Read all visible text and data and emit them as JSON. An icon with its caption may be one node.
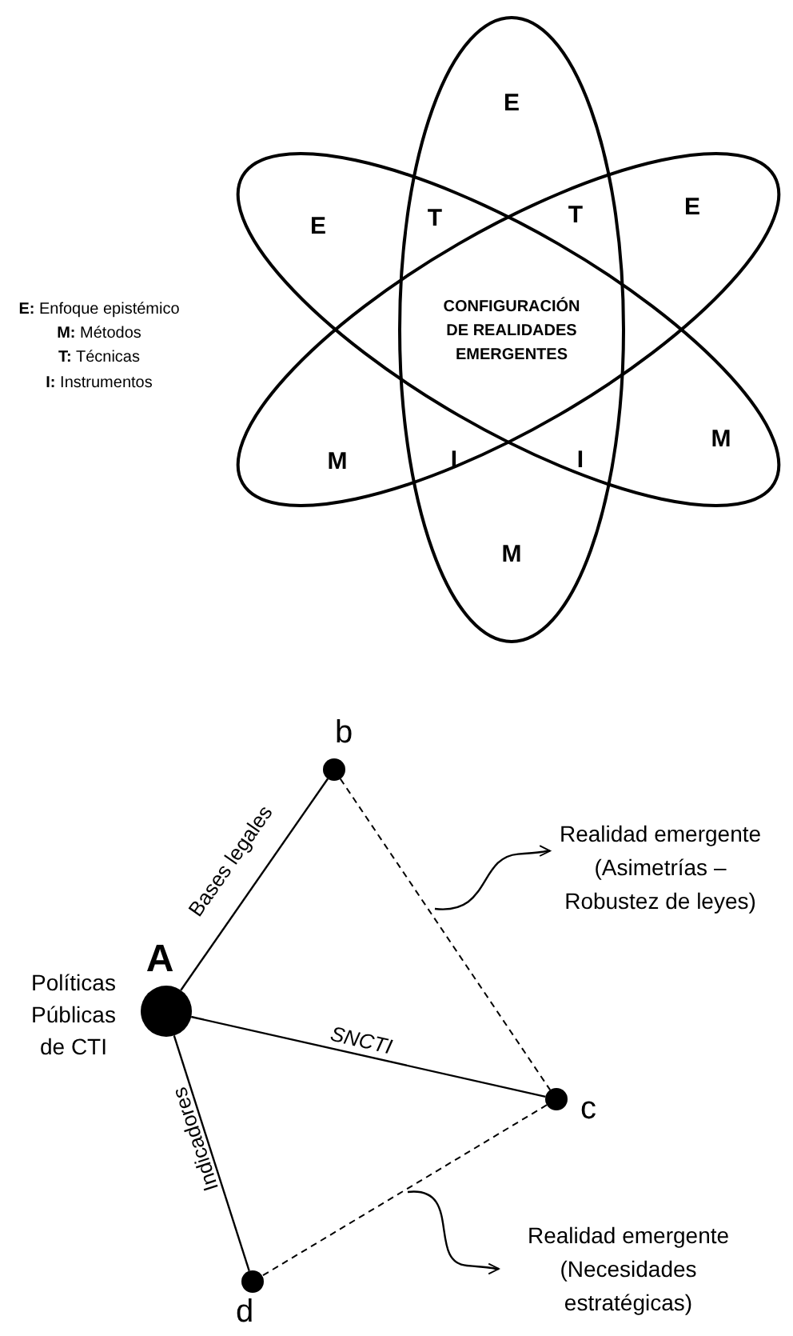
{
  "diagram": {
    "nodes": [
      {
        "text": [],
        "shape": "circle",
        "beside": [
          "A",
          "Políticas Públicas de CTI"
        ]
      },
      {
        "text": [],
        "shape": "circle",
        "beside": [
          "b"
        ]
      },
      {
        "text": [],
        "shape": "circle",
        "beside": [
          "c"
        ]
      },
      {
        "text": [],
        "shape": "circle",
        "beside": [
          "d"
        ]
      },
      {
        "text": [
          "Realidad emergente (Asimetrías – Robustez de leyes)"
        ]
      },
      {
        "text": [
          "Realidad emergente (Necesidades estratégicas)"
        ]
      }
    ],
    "edges": [
      {
        "from": 0,
        "to": 1,
        "arrow": "none",
        "label": "Bases legales"
      },
      {
        "from": 1,
        "to": 2,
        "arrow": "none",
        "style": "dashed"
      },
      {
        "from": 0,
        "to": 2,
        "arrow": "none",
        "label": "SNCTI"
      },
      {
        "from": 0,
        "to": 3,
        "arrow": "none",
        "label": "Indicadores"
      },
      {
        "from": 2,
        "to": 3,
        "arrow": "none",
        "style": "dashed"
      },
      {
        "from": null,
        "to": 4,
        "arrow": "to"
      },
      {
        "from": null,
        "to": 5,
        "arrow": "to"
      }
    ],
    "labels": [
      "E",
      "E",
      "T",
      "T",
      "E",
      "**E:** Enfoque epistémico",
      "**M:** Métodos",
      "**T:** Técnicas",
      "**I:** Instrumentos",
      "CONFIGURACIÓN DE REALIDADES EMERGENTES",
      "M",
      "I",
      "I",
      "M",
      "M"
    ]
  }
}
